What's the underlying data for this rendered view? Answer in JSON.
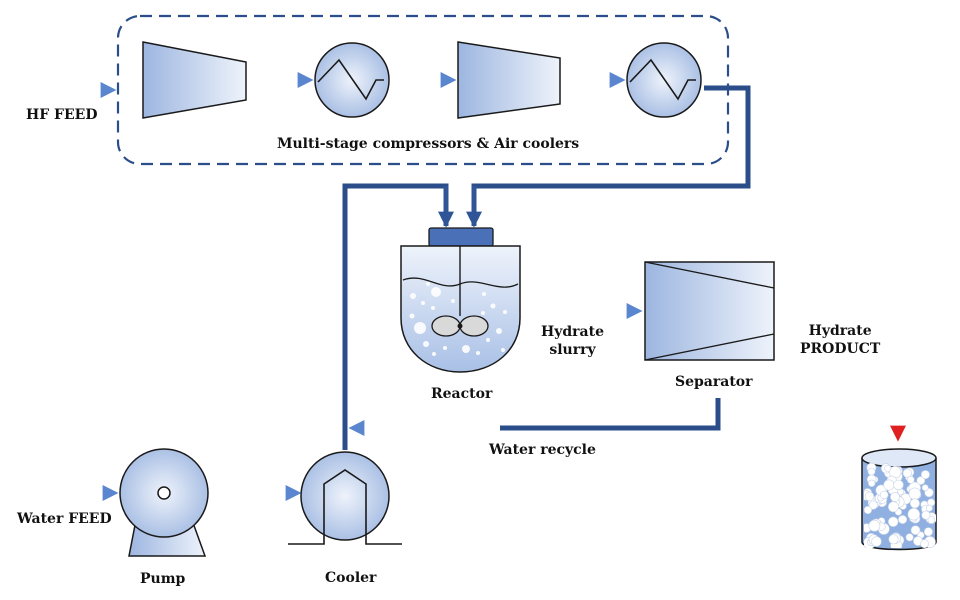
{
  "labels": {
    "hf_feed": "HF FEED",
    "compressors_group": "Multi-stage compressors & Air coolers",
    "reactor": "Reactor",
    "hydrate_slurry_1": "Hydrate",
    "hydrate_slurry_2": "slurry",
    "separator": "Separator",
    "hydrate_product_1": "Hydrate",
    "hydrate_product_2": "PRODUCT",
    "water_recycle": "Water recycle",
    "water_feed": "Water FEED",
    "pump": "Pump",
    "cooler": "Cooler"
  },
  "colors": {
    "line_dark": "#2b4e8a",
    "line_light": "#6b94d6",
    "equipment_fill_light": "#eef3fb",
    "equipment_fill_dark": "#9db6e0",
    "equipment_stroke": "#1a1a1a",
    "product_line": "#e8261f",
    "product_line_light": "#f48d8d"
  },
  "icons": {
    "compressor_1": "compressor-icon",
    "air_cooler_1": "air-cooler-icon",
    "compressor_2": "compressor-icon",
    "air_cooler_2": "air-cooler-icon",
    "reactor": "stirred-reactor-icon",
    "separator": "separator-icon",
    "pump": "pump-icon",
    "cooler": "cooler-icon",
    "product_tank": "product-tank-icon"
  }
}
